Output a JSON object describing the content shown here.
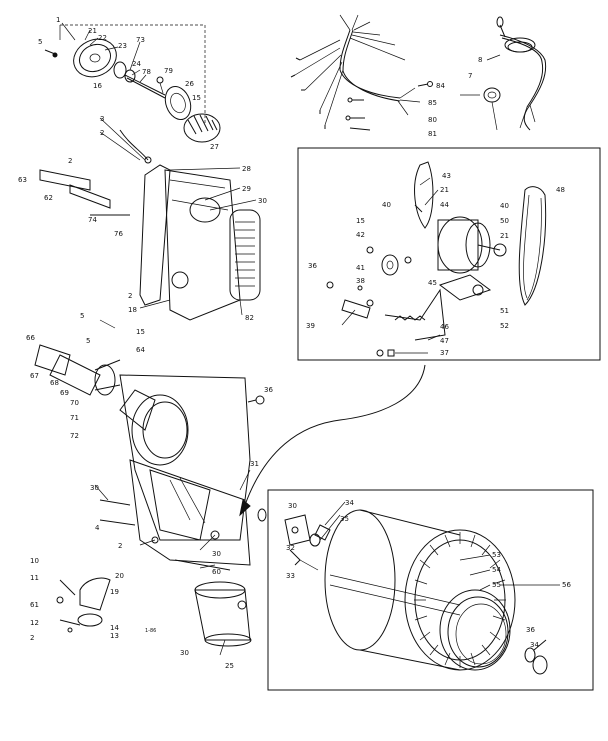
{
  "diagram": {
    "part_labels": [
      "1",
      "21",
      "22",
      "23",
      "73",
      "5",
      "24",
      "78",
      "79",
      "16",
      "26",
      "15",
      "27",
      "3",
      "2",
      "28",
      "29",
      "30",
      "63",
      "2",
      "62",
      "74",
      "76",
      "2",
      "18",
      "82",
      "5",
      "15",
      "66",
      "5",
      "64",
      "67",
      "68",
      "69",
      "70",
      "71",
      "72",
      "36",
      "31",
      "30",
      "4",
      "2",
      "30",
      "60",
      "10",
      "11",
      "61",
      "12",
      "2",
      "20",
      "19",
      "14",
      "13",
      "30",
      "25",
      "8",
      "7",
      "84",
      "85",
      "80",
      "81",
      "43",
      "21",
      "44",
      "48",
      "40",
      "15",
      "40",
      "50",
      "42",
      "21",
      "36",
      "41",
      "38",
      "45",
      "51",
      "39",
      "46",
      "52",
      "47",
      "37",
      "34",
      "35",
      "30",
      "32",
      "33",
      "53",
      "54",
      "55",
      "56",
      "36",
      "34"
    ],
    "small_code": "1-86"
  }
}
